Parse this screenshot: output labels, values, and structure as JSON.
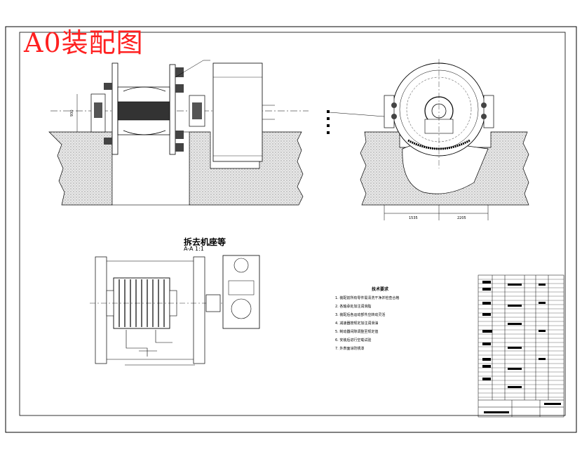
{
  "drawing": {
    "stamp_title": "A0装配图",
    "stamp_color": "#ff2020",
    "section_title": "拆去机座等",
    "section_scale": "A-A 1:1",
    "dimensions": {
      "side_height": "930",
      "left_span": "1535",
      "right_span": "2205"
    }
  },
  "notes": {
    "title": "技术要求",
    "lines": [
      "1. 装配前所有零件需清洗干净并检查合格",
      "2. 各轴承处加注润滑脂",
      "3. 装配后各运动部件应转动灵活",
      "4. 减速器按规定加注润滑油",
      "5. 制动器间隙调整至规定值",
      "6. 安装后进行空载试验",
      "7. 外表面涂防锈漆"
    ]
  },
  "title_block": {
    "line_color": "#000000"
  }
}
